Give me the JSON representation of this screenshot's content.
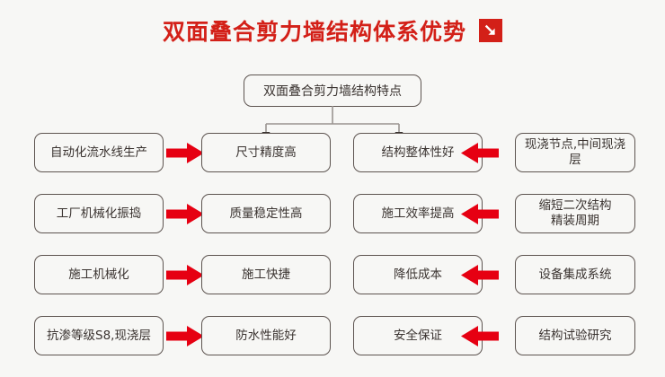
{
  "header": {
    "title": "双面叠合剪力墙结构体系优势",
    "badge_icon": "arrow-down-right-icon",
    "title_color": "#d32018"
  },
  "colors": {
    "background": "#f7f7f5",
    "accent_red": "#e60012",
    "title_red": "#d32018",
    "box_border": "#5d5450",
    "text": "#3a3330",
    "connector_line": "#9a9490"
  },
  "diagram": {
    "root": {
      "label": "双面叠合剪力墙结构特点"
    },
    "arrow_right_icon": "arrow-right-icon",
    "arrow_left_icon": "arrow-left-icon",
    "rows": [
      {
        "left_cause": "自动化流水线生产",
        "left_effect": "尺寸精度高",
        "right_effect": "结构整体性好",
        "right_cause": "现浇节点,中间现浇层"
      },
      {
        "left_cause": "工厂机械化振捣",
        "left_effect": "质量稳定性高",
        "right_effect": "施工效率提高",
        "right_cause": "缩短二次结构\n精装周期"
      },
      {
        "left_cause": "施工机械化",
        "left_effect": "施工快捷",
        "right_effect": "降低成本",
        "right_cause": "设备集成系统"
      },
      {
        "left_cause": "抗渗等级S8,现浇层",
        "left_effect": "防水性能好",
        "right_effect": "安全保证",
        "right_cause": "结构试验研究"
      }
    ]
  }
}
